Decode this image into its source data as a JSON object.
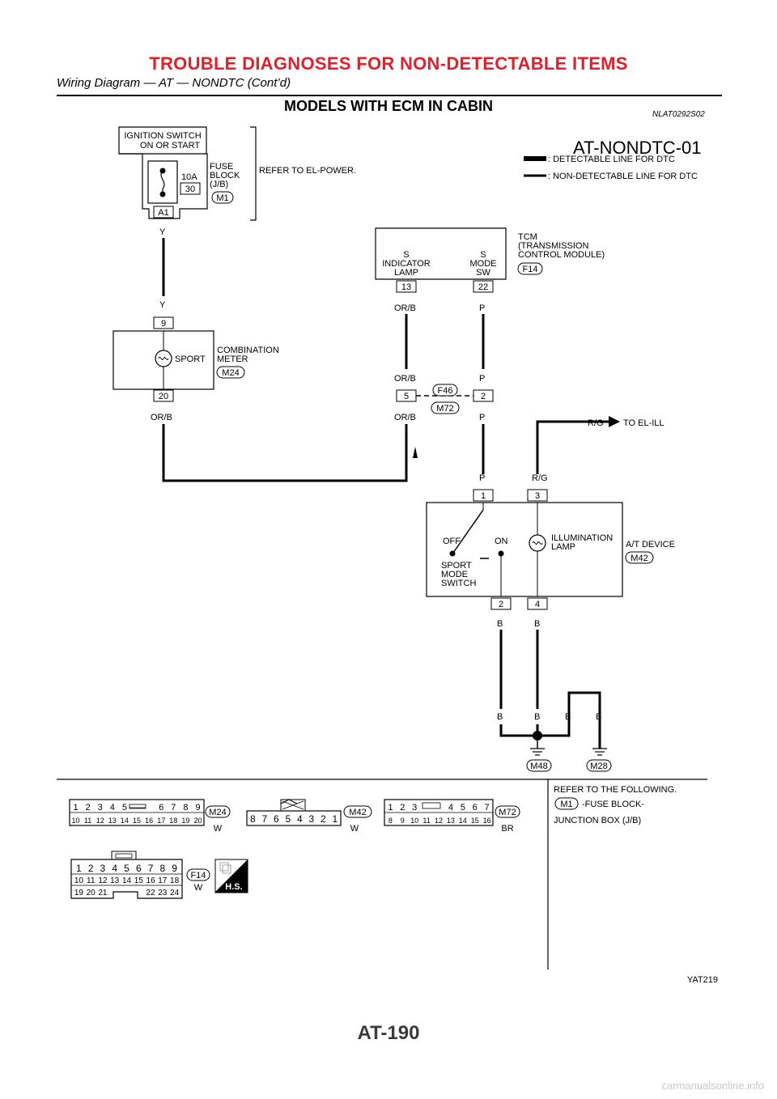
{
  "header": {
    "title": "TROUBLE DIAGNOSES FOR NON-DETECTABLE ITEMS",
    "subtitle": "Wiring Diagram — AT — NONDTC (Cont’d)",
    "section_title": "MODELS WITH ECM IN CABIN",
    "section_code": "NLAT0292S02",
    "diagram_id": "AT-NONDTC-01"
  },
  "legend": {
    "detectable": ": DETECTABLE LINE FOR DTC",
    "non_detectable": ": NON-DETECTABLE LINE FOR DTC"
  },
  "ignition": {
    "line1": "IGNITION SWITCH",
    "line2": "ON OR START"
  },
  "fuse": {
    "rating": "10A",
    "number": "30",
    "label1": "FUSE",
    "label2": "BLOCK",
    "label3": "(J/B)",
    "connector": "M1",
    "terminal": "A1",
    "refer": "REFER TO EL-POWER."
  },
  "tcm": {
    "label1": "TCM",
    "label2": "(TRANSMISSION",
    "label3": "CONTROL MODULE)",
    "connector": "F14",
    "s_ind1": "S",
    "s_ind2": "INDICATOR",
    "s_ind3": "LAMP",
    "s_mode1": "S",
    "s_mode2": "MODE",
    "s_mode3": "SW",
    "pin_a": "13",
    "pin_b": "22"
  },
  "meter": {
    "label1": "COMBINATION",
    "label2": "METER",
    "connector": "M24",
    "lamp": "SPORT",
    "pin_top": "9",
    "pin_bottom": "20"
  },
  "joint": {
    "pin_a": "5",
    "pin_b": "2",
    "conn_top": "F46",
    "conn_bottom": "M72"
  },
  "device": {
    "label": "A/T DEVICE",
    "connector": "M42",
    "off": "OFF",
    "on": "ON",
    "sw1": "SPORT",
    "sw2": "MODE",
    "sw3": "SWITCH",
    "lamp1": "ILLUMINATION",
    "lamp2": "LAMP",
    "pin1": "1",
    "pin3": "3",
    "pin2": "2",
    "pin4": "4",
    "to_ill": "TO EL-ILL"
  },
  "wires": {
    "y": "Y",
    "orb": "OR/B",
    "p": "P",
    "rg": "R/G",
    "b": "B"
  },
  "grounds": {
    "g1": "M48",
    "g2": "M28"
  },
  "connectors": {
    "m24": {
      "name": "M24",
      "color": "W",
      "row1": [
        "1",
        "2",
        "3",
        "4",
        "5",
        "6",
        "7",
        "8",
        "9"
      ],
      "row2": [
        "10",
        "11",
        "12",
        "13",
        "14",
        "15",
        "16",
        "17",
        "18",
        "19",
        "20"
      ]
    },
    "m42": {
      "name": "M42",
      "color": "W",
      "row": [
        "8",
        "7",
        "6",
        "5",
        "4",
        "3",
        "2",
        "1"
      ]
    },
    "m72": {
      "name": "M72",
      "color": "BR",
      "row1": [
        "1",
        "2",
        "3",
        "4",
        "5",
        "6",
        "7"
      ],
      "row2": [
        "8",
        "9",
        "10",
        "11",
        "12",
        "13",
        "14",
        "15",
        "16"
      ]
    },
    "f14": {
      "name": "F14",
      "color": "W",
      "row1": [
        "1",
        "2",
        "3",
        "4",
        "5",
        "6",
        "7",
        "8",
        "9"
      ],
      "row2": [
        "10",
        "11",
        "12",
        "13",
        "14",
        "15",
        "16",
        "17",
        "18"
      ],
      "row3": [
        "19",
        "20",
        "21",
        "22",
        "23",
        "24"
      ]
    },
    "hs": "H.S."
  },
  "refer_box": {
    "line1": "REFER TO THE FOLLOWING.",
    "conn": "M1",
    "line2": "-FUSE BLOCK-",
    "line3": "JUNCTION BOX (J/B)"
  },
  "figure_code": "YAT219",
  "page_number": "AT-190",
  "watermark": "carmanualsonline.info"
}
